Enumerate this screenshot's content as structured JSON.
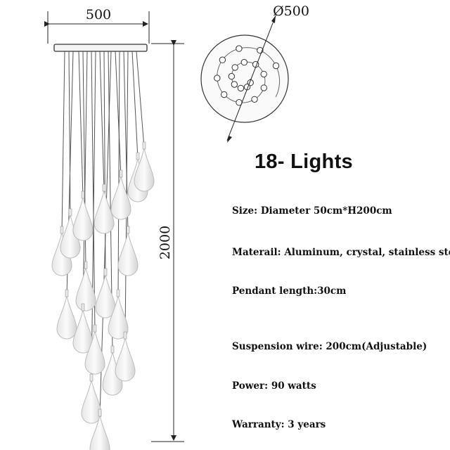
{
  "dimensions": {
    "width_label": "500",
    "diameter_label": "Ø500",
    "height_label": "2000"
  },
  "title": "18- Lights",
  "specs": [
    {
      "label": "Size: ",
      "value": "Diameter 50cm*H200cm"
    },
    {
      "label": "Materail: ",
      "value": "Aluminum, crystal, stainless steel"
    },
    {
      "label": "Pendant length:",
      "value": "30cm"
    },
    {
      "label": "Suspension wire: ",
      "value": "200cm(Adjustable)"
    },
    {
      "label": "Power: ",
      "value": "90 watts"
    },
    {
      "label": "Warranty: ",
      "value": "3 years"
    }
  ],
  "light_count": 18,
  "colors": {
    "line": "#333333",
    "crystal": "#bdbdbd"
  }
}
